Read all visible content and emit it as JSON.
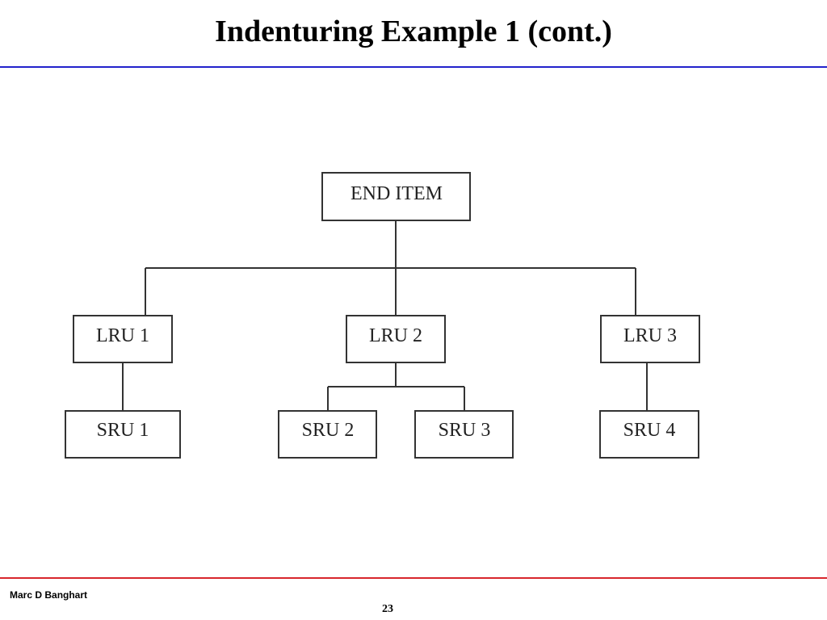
{
  "slide": {
    "title": "Indenturing Example 1 (cont.)",
    "author": "Marc D Banghart",
    "page_number": "23"
  },
  "diagram": {
    "nodes": {
      "end_item": "END ITEM",
      "lru1": "LRU 1",
      "lru2": "LRU 2",
      "lru3": "LRU 3",
      "sru1": "SRU 1",
      "sru2": "SRU 2",
      "sru3": "SRU 3",
      "sru4": "SRU 4"
    },
    "edges": [
      [
        "end_item",
        "lru1"
      ],
      [
        "end_item",
        "lru2"
      ],
      [
        "end_item",
        "lru3"
      ],
      [
        "lru1",
        "sru1"
      ],
      [
        "lru2",
        "sru2"
      ],
      [
        "lru2",
        "sru3"
      ],
      [
        "lru3",
        "sru4"
      ]
    ]
  },
  "colors": {
    "top_rule": "#2222cc",
    "bottom_rule": "#d8262c"
  }
}
